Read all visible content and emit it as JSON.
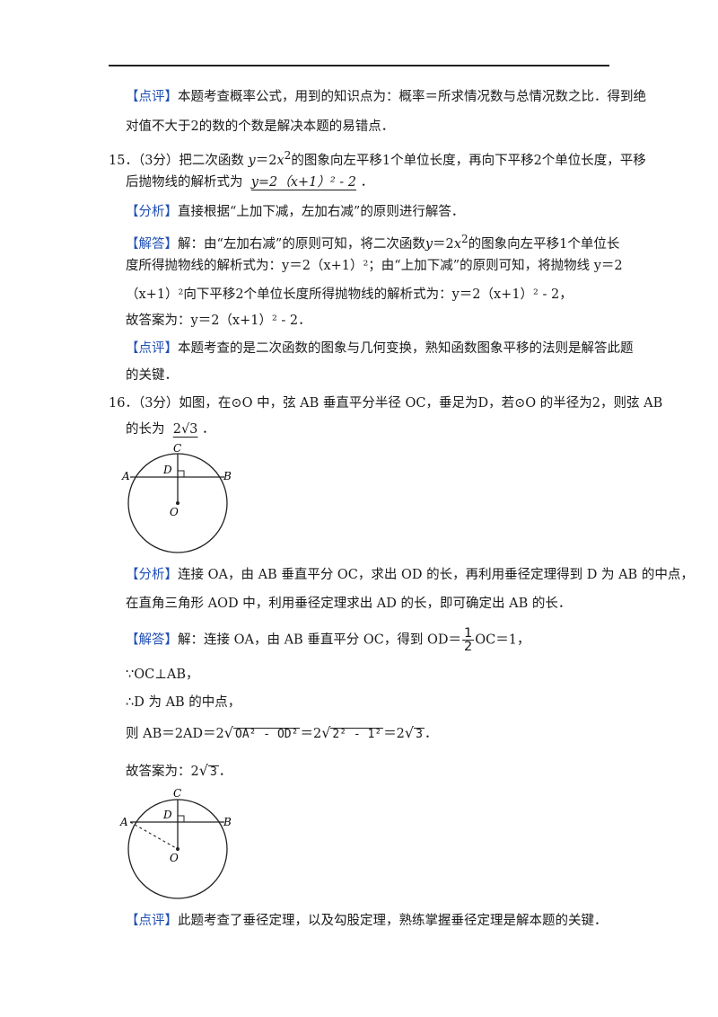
{
  "s14": {
    "c1": {
      "tag": "【点评】",
      "text": "本题考查概率公式，用到的知识点为：概率＝所求情况数与总情况数之比．得到绝"
    },
    "c2": "对值不大于2的数的个数是解决本题的易错点．"
  },
  "q15": {
    "l1a": "15．（3分）把二次函数",
    "l1b": "的图象向左平移1个单位长度，再向下平移2个单位长度，平移",
    "l2a": "后抛物线的解析式为",
    "answer": "y=2（x+1）² - 2",
    "analysis": {
      "tag": "【分析】",
      "text": "直接根据“上加下减，左加右减”的原则进行解答．"
    },
    "sol": {
      "tag": "【解答】",
      "l1a": "解：由“左加右减”的原则可知，将二次函数",
      "l1b": "的图象向左平移1个单位长",
      "l2": "度所得抛物线的解析式为：y＝2（x+1）²；由“上加下减”的原则可知，将抛物线 y＝2",
      "l3": "（x+1）²向下平移2个单位长度所得抛物线的解析式为：y＝2（x+1）² - 2，",
      "l4": "故答案为：y＝2（x+1）² - 2．"
    },
    "comment": {
      "tag": "【点评】",
      "l1": "本题考查的是二次函数的图象与几何变换，熟知函数图象平移的法则是解答此题",
      "l2": "的关键．"
    }
  },
  "q16": {
    "l1": "16．（3分）如图，在⊙O 中，弦 AB 垂直平分半径 OC，垂足为D，若⊙O 的半径为2，则弦 AB",
    "l2a": "的长为",
    "answer": "2√3",
    "analysis": {
      "tag": "【分析】",
      "l1": "连接 OA，由 AB 垂直平分 OC，求出 OD 的长，再利用垂径定理得到 D 为 AB 的中点，",
      "l2": "在直角三角形 AOD 中，利用垂径定理求出 AD 的长，即可确定出 AB 的长．"
    },
    "sol": {
      "tag": "【解答】",
      "l1a": "解：连接 OA，由 AB 垂直平分 OC，得到 OD＝",
      "l1b": "OC＝1，",
      "frac": {
        "num": "1",
        "den": "2"
      },
      "l2": "∵OC⊥AB，",
      "l3": "∴D 为 AB 的中点，",
      "l4a": "则 AB＝2AD＝2",
      "r1": "OA² - OD²",
      "l4b": "＝2",
      "r2": "2² - 1²",
      "l4c": "＝2",
      "r3": "3",
      "l5a": "故答案为：2",
      "r4": "3"
    },
    "comment": {
      "tag": "【点评】",
      "text": "此题考查了垂径定理，以及勾股定理，熟练掌握垂径定理是解本题的关键．"
    },
    "fig": {
      "A": "A",
      "B": "B",
      "C": "C",
      "D": "D",
      "O": "O"
    }
  }
}
